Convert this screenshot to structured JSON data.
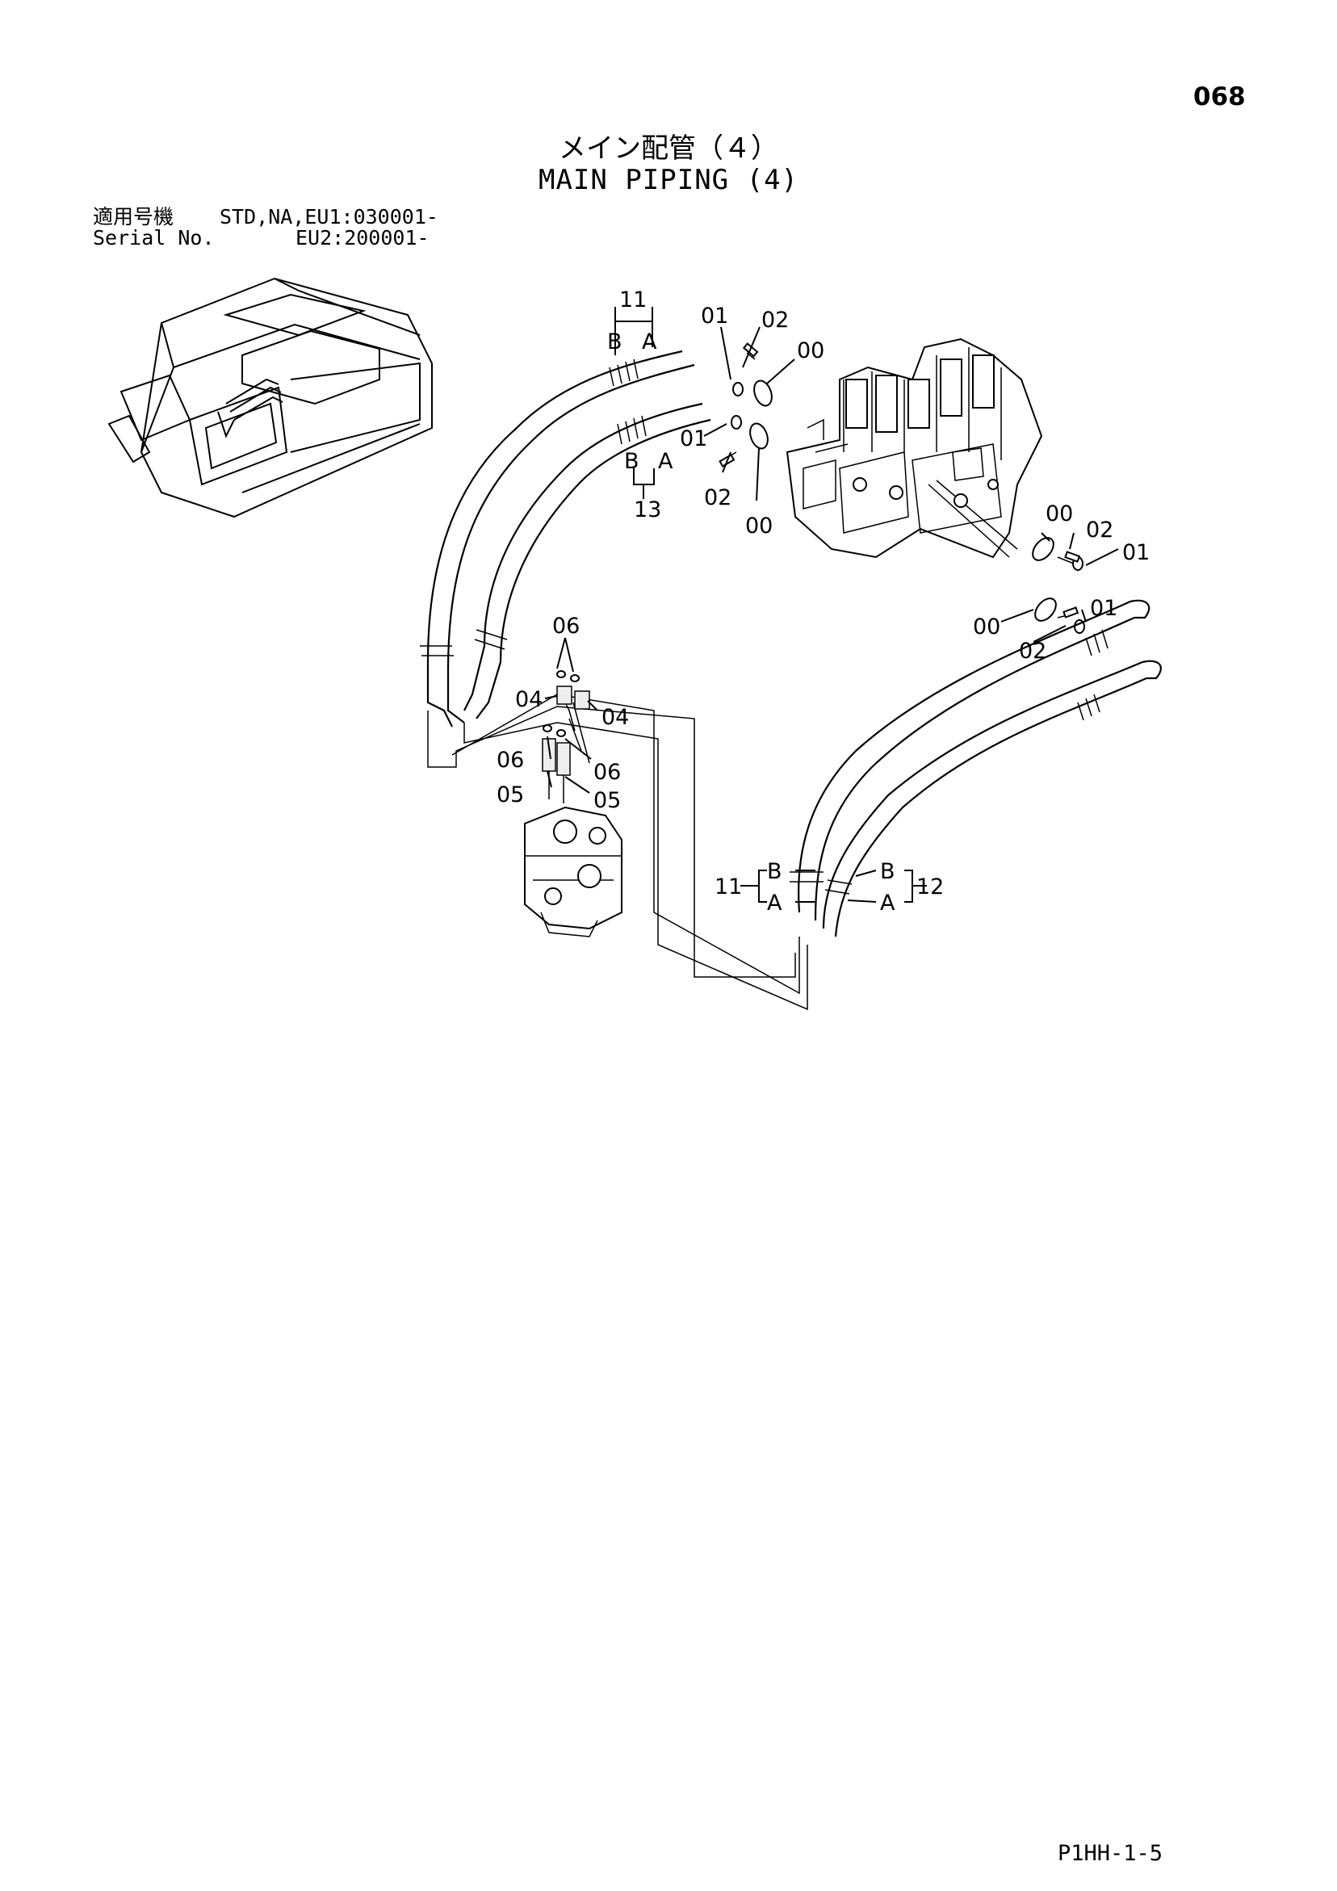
{
  "page_number": "068",
  "title_jp": "メイン配管（４）",
  "title_en": "MAIN PIPING (4)",
  "serial": {
    "label_jp": "適用号機",
    "label_en": "Serial No.",
    "line1": "STD,NA,EU1:030001-",
    "line2": "EU2:200001-"
  },
  "callouts": {
    "c11_top": "11",
    "c13": "13",
    "b_top": "B",
    "a_top": "A",
    "b_mid": "B",
    "a_mid": "A",
    "c01_a": "01",
    "c02_a": "02",
    "c00_a": "00",
    "c01_b": "01",
    "c02_b": "02",
    "c00_b": "00",
    "c00_c": "00",
    "c02_c": "02",
    "c01_c": "01",
    "c00_d": "00",
    "c01_d": "01",
    "c02_d": "02",
    "c06_top": "06",
    "c04_left": "04",
    "c04_right": "04",
    "c06_left": "06",
    "c06_right": "06",
    "c05_left": "05",
    "c05_right": "05",
    "c11_bottom": "11",
    "c12_bottom": "12",
    "b_bl": "B",
    "a_bl": "A",
    "b_br": "B",
    "a_br": "A"
  },
  "footer_code": "P1HH-1-5"
}
